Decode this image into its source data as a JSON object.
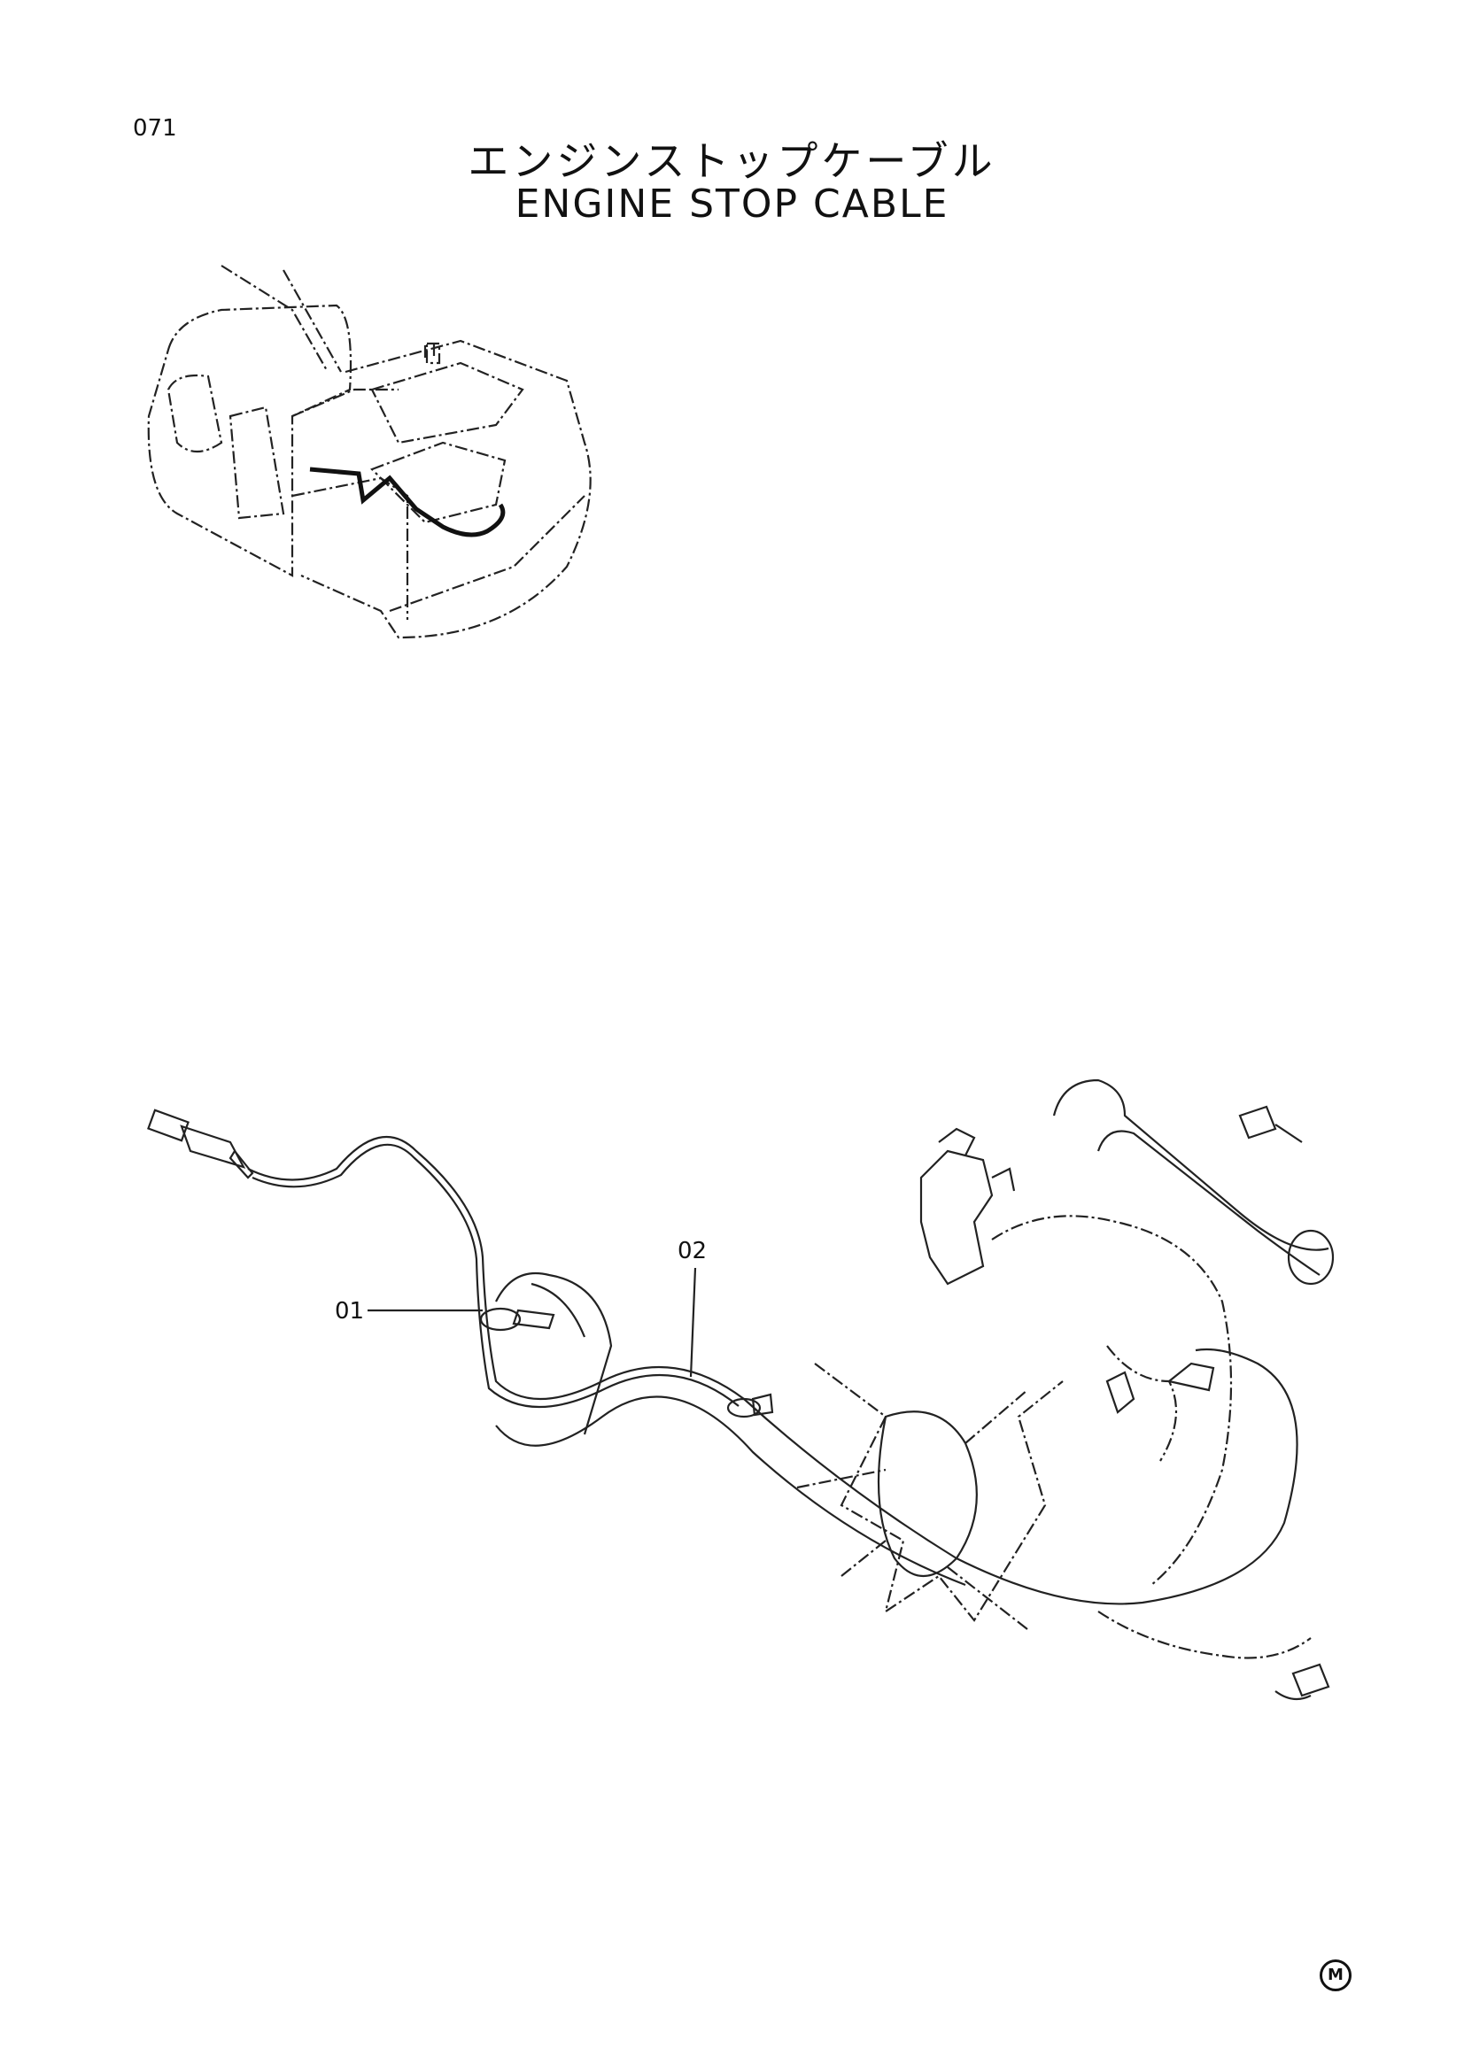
{
  "page_number": "071",
  "title_jp": "エンジンストップケーブル",
  "title_en": "ENGINE STOP CABLE",
  "callouts": [
    {
      "label": "01"
    },
    {
      "label": "02"
    }
  ],
  "corner_mark": "M"
}
